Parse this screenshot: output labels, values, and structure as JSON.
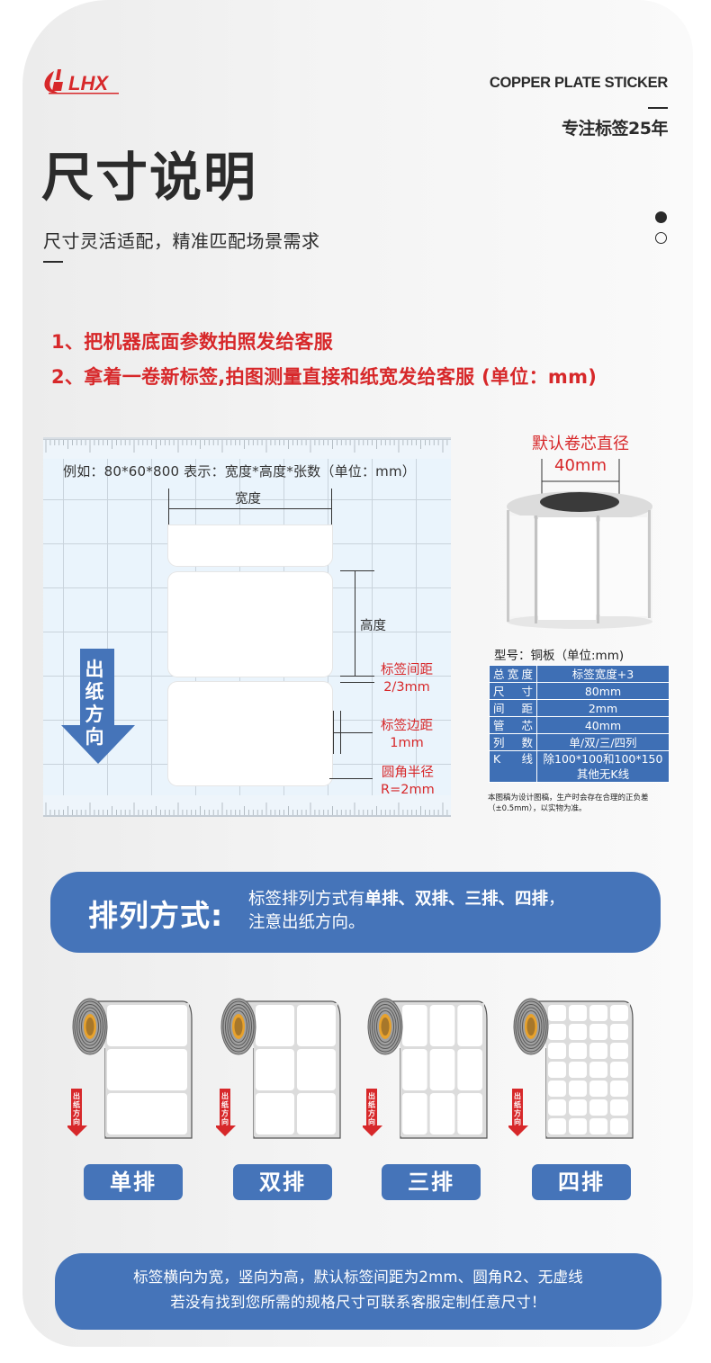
{
  "brand": {
    "logo_text": "LHX",
    "logo_color": "#d7282a",
    "en_title": "COPPER PLATE STICKER",
    "cn_tagline": "专注标签25年"
  },
  "header": {
    "title": "尺寸说明",
    "subtitle": "尺寸灵活适配，精准匹配场景需求",
    "pager": {
      "active_dot": 1,
      "total_dots": 2
    }
  },
  "steps": [
    {
      "text": "1、把机器底面参数拍照发给客服"
    },
    {
      "text": "2、拿着一卷新标签,拍图测量直接和纸宽发给客服 (单位：mm)"
    }
  ],
  "diagram": {
    "example": "例如：80*60*800 表示：宽度*高度*张数（单位：mm）",
    "width_label": "宽度",
    "height_label": "高度",
    "gap_label": [
      "标签间距",
      "2/3mm"
    ],
    "margin_label": [
      "标签边距",
      "1mm"
    ],
    "radius_label": [
      "圆角半径",
      "R=2mm"
    ],
    "feed_direction": [
      "出",
      "纸",
      "方",
      "向"
    ],
    "colors": {
      "grid_bg": "#eaf4fc",
      "arrow": "#4574b9",
      "accent_red": "#d7282a"
    }
  },
  "roll": {
    "core_label": "默认卷芯直径",
    "core_value": "40mm"
  },
  "spec": {
    "title": "型号：铜板（单位:mm)",
    "rows": [
      {
        "key": "总宽度",
        "value": "标签宽度+3"
      },
      {
        "key": "尺寸",
        "value": "80mm"
      },
      {
        "key": "间距",
        "value": "2mm"
      },
      {
        "key": "管芯",
        "value": "40mm"
      },
      {
        "key": "列数",
        "value": "单/双/三/四列"
      },
      {
        "key": "K线",
        "value": "除100*100和100*150",
        "value2": "其他无K线"
      }
    ],
    "note": "本图稿为设计图稿，生产时会存在合理的正负差（±0.5mm），以实物为准。",
    "table_color": "#3e6fb5"
  },
  "arrangement": {
    "title": "排列方式:",
    "desc_prefix": "标签排列方式有",
    "desc_bold": "单排、双排、三排、四排",
    "desc_suffix": "，",
    "desc_line2": "注意出纸方向。",
    "items": [
      {
        "label": "单排",
        "columns": 1,
        "rows": 3
      },
      {
        "label": "双排",
        "columns": 2,
        "rows": 3
      },
      {
        "label": "三排",
        "columns": 3,
        "rows": 3
      },
      {
        "label": "四排",
        "columns": 4,
        "rows": 7
      }
    ],
    "feed_text": [
      "出",
      "纸",
      "方",
      "向"
    ],
    "banner_color": "#4574b9"
  },
  "footer": {
    "line1": "标签横向为宽，竖向为高，默认标签间距为2mm、圆角R2、无虚线",
    "line2": "若没有找到您所需的规格尺寸可联系客服定制任意尺寸！"
  }
}
